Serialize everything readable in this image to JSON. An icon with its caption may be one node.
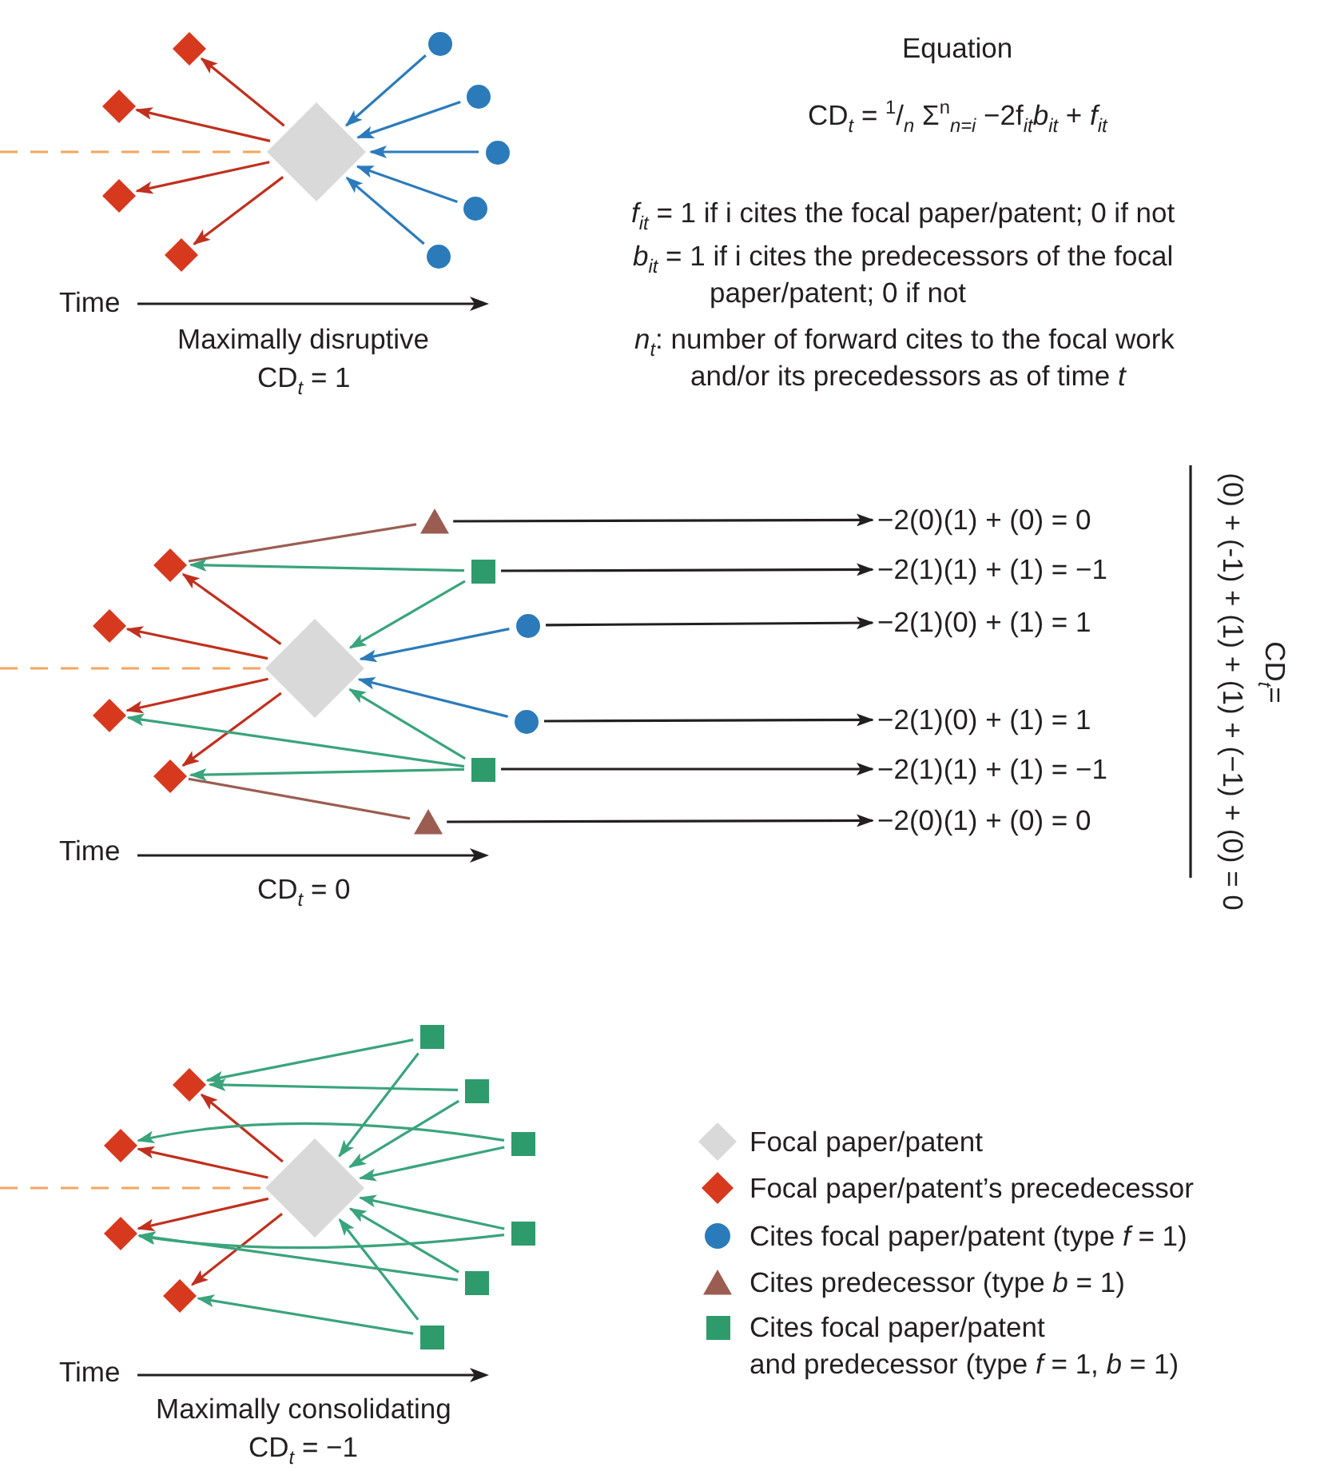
{
  "diagram": {
    "nodes": [
      {
        "text": [],
        "shape": "diamond"
      },
      {
        "text": [],
        "shape": "diamond"
      },
      {
        "text": [],
        "shape": "diamond"
      },
      {
        "text": [],
        "shape": "diamond"
      },
      {
        "text": [],
        "shape": "diamond"
      },
      {
        "text": [],
        "shape": "circle"
      },
      {
        "text": [],
        "shape": "circle"
      },
      {
        "text": [],
        "shape": "circle"
      },
      {
        "text": [],
        "shape": "circle"
      },
      {
        "text": [],
        "shape": "circle"
      },
      {
        "text": [],
        "shape": "diamond"
      },
      {
        "text": [],
        "shape": "diamond"
      },
      {
        "text": [],
        "shape": "diamond"
      },
      {
        "text": [],
        "shape": "diamond"
      },
      {
        "text": [],
        "shape": "diamond"
      },
      {
        "text": [],
        "shape": "triangle"
      },
      {
        "text": [],
        "shape": "box"
      },
      {
        "text": [],
        "shape": "circle"
      },
      {
        "text": [],
        "shape": "circle"
      },
      {
        "text": [],
        "shape": "box"
      },
      {
        "text": [],
        "shape": "triangle"
      },
      {
        "text": [
          "−2(0)(1) + (0) = 0"
        ]
      },
      {
        "text": [
          "−2(1)(1) + (1) = −1"
        ]
      },
      {
        "text": [
          "−2(1)(0) + (1) = 1"
        ]
      },
      {
        "text": [
          "−2(1)(0) + (1) = 1"
        ]
      },
      {
        "text": [
          "−2(1)(1) + (1) = −1"
        ]
      },
      {
        "text": [
          "−2(0)(1) + (0) = 0"
        ]
      },
      {
        "text": [],
        "shape": "diamond"
      },
      {
        "text": [],
        "shape": "diamond"
      },
      {
        "text": [],
        "shape": "diamond"
      },
      {
        "text": [],
        "shape": "diamond"
      },
      {
        "text": [],
        "shape": "diamond"
      },
      {
        "text": [],
        "shape": "box"
      },
      {
        "text": [],
        "shape": "box"
      },
      {
        "text": [],
        "shape": "box"
      },
      {
        "text": [],
        "shape": "box"
      },
      {
        "text": [],
        "shape": "box"
      },
      {
        "text": [],
        "shape": "box"
      }
    ],
    "edges": [
      {
        "from": null,
        "to": 0,
        "arrow": "none",
        "style": "dashed",
        "color": "#f2a65e"
      },
      {
        "from": 0,
        "to": 1,
        "arrow": "to",
        "color": "#c0301e"
      },
      {
        "from": 0,
        "to": 2,
        "arrow": "to",
        "color": "#c0301e"
      },
      {
        "from": 0,
        "to": 3,
        "arrow": "to",
        "color": "#c0301e"
      },
      {
        "from": 0,
        "to": 4,
        "arrow": "to",
        "color": "#c0301e"
      },
      {
        "from": 5,
        "to": 0,
        "arrow": "to",
        "color": "#2b7bba"
      },
      {
        "from": 6,
        "to": 0,
        "arrow": "to",
        "color": "#2b7bba"
      },
      {
        "from": 7,
        "to": 0,
        "arrow": "to",
        "color": "#2b7bba"
      },
      {
        "from": 8,
        "to": 0,
        "arrow": "to",
        "color": "#2b7bba"
      },
      {
        "from": 9,
        "to": 0,
        "arrow": "to",
        "color": "#2b7bba"
      },
      {
        "from": null,
        "to": 10,
        "arrow": "none",
        "style": "dashed",
        "color": "#f2a65e"
      },
      {
        "from": 10,
        "to": 11,
        "arrow": "to",
        "color": "#c0301e"
      },
      {
        "from": 10,
        "to": 12,
        "arrow": "to",
        "color": "#c0301e"
      },
      {
        "from": 10,
        "to": 13,
        "arrow": "to",
        "color": "#c0301e"
      },
      {
        "from": 10,
        "to": 14,
        "arrow": "to",
        "color": "#c0301e"
      },
      {
        "from": 15,
        "to": 11,
        "arrow": "none",
        "color": "#9b5d52"
      },
      {
        "from": 16,
        "to": 11,
        "arrow": "to",
        "color": "#3aa47c"
      },
      {
        "from": 16,
        "to": 10,
        "arrow": "to",
        "color": "#3aa47c"
      },
      {
        "from": 17,
        "to": 10,
        "arrow": "to",
        "color": "#2b7bba"
      },
      {
        "from": 18,
        "to": 10,
        "arrow": "to",
        "color": "#2b7bba"
      },
      {
        "from": 19,
        "to": 10,
        "arrow": "to",
        "color": "#3aa47c"
      },
      {
        "from": 19,
        "to": 13,
        "arrow": "to",
        "color": "#3aa47c"
      },
      {
        "from": 19,
        "to": 14,
        "arrow": "to",
        "color": "#3aa47c"
      },
      {
        "from": 20,
        "to": 14,
        "arrow": "none",
        "color": "#9b5d52"
      },
      {
        "from": 15,
        "to": 21,
        "arrow": "to",
        "color": "#231f20"
      },
      {
        "from": 16,
        "to": 22,
        "arrow": "to",
        "color": "#231f20"
      },
      {
        "from": 17,
        "to": 23,
        "arrow": "to",
        "color": "#231f20"
      },
      {
        "from": 18,
        "to": 24,
        "arrow": "to",
        "color": "#231f20"
      },
      {
        "from": 19,
        "to": 25,
        "arrow": "to",
        "color": "#231f20"
      },
      {
        "from": 20,
        "to": 26,
        "arrow": "to",
        "color": "#231f20"
      },
      {
        "from": null,
        "to": 27,
        "arrow": "none",
        "style": "dashed",
        "color": "#f2a65e"
      },
      {
        "from": 27,
        "to": 28,
        "arrow": "to",
        "color": "#c0301e"
      },
      {
        "from": 27,
        "to": 29,
        "arrow": "to",
        "color": "#c0301e"
      },
      {
        "from": 27,
        "to": 30,
        "arrow": "to",
        "color": "#c0301e"
      },
      {
        "from": 27,
        "to": 31,
        "arrow": "to",
        "color": "#c0301e"
      },
      {
        "from": 32,
        "to": 28,
        "arrow": "to",
        "color": "#3aa47c"
      },
      {
        "from": 32,
        "to": 27,
        "arrow": "to",
        "color": "#3aa47c"
      },
      {
        "from": 33,
        "to": 28,
        "arrow": "to",
        "color": "#3aa47c"
      },
      {
        "from": 33,
        "to": 27,
        "arrow": "to",
        "color": "#3aa47c"
      },
      {
        "from": 34,
        "to": 29,
        "arrow": "to",
        "color": "#3aa47c"
      },
      {
        "from": 34,
        "to": 27,
        "arrow": "to",
        "color": "#3aa47c"
      },
      {
        "from": 35,
        "to": 30,
        "arrow": "to",
        "color": "#3aa47c"
      },
      {
        "from": 35,
        "to": 27,
        "arrow": "to",
        "color": "#3aa47c"
      },
      {
        "from": 36,
        "to": 30,
        "arrow": "to",
        "color": "#3aa47c"
      },
      {
        "from": 36,
        "to": 27,
        "arrow": "to",
        "color": "#3aa47c"
      },
      {
        "from": 37,
        "to": 31,
        "arrow": "to",
        "color": "#3aa47c"
      },
      {
        "from": 37,
        "to": 27,
        "arrow": "to",
        "color": "#3aa47c"
      }
    ],
    "labels": [
      "Time",
      "Maximally disruptive",
      "CD$_{t}$ = 1",
      "Equation",
      "CD$_{t}$ = $^{1}$/$_{n}$ Σ$^{n}$$_{n=i}$ −2f$_{it}$*b*$_{it}$ + *f*$_{it}$",
      "*f*$_{it}$ = 1 if i cites the focal paper/patent; 0 if not",
      "*b*$_{it}$ = 1 if i cites the predecessors of the focal paper/patent; 0 if not",
      "*n*$_{t}$: number of forward cites to the focal work and/or its precedessors as of time *t*",
      "Time",
      "CD$_{t}$ = 0",
      "CD$_{t}$=",
      "(0) + (-1) + (1) + (1) + (−1) + (0) = 0",
      "Time",
      "Maximally consolidating",
      "CD$_{t}$ = −1"
    ],
    "legend": [
      {
        "text": "Focal paper/patent",
        "color": "#d9d9d9"
      },
      {
        "text": "Focal paper/patent’s precedecessor",
        "color": "#d7391e"
      },
      {
        "text": "Cites focal paper/patent (type *f* = 1)",
        "color": "#2b7bba"
      },
      {
        "text": "Cites predecessor (type *b* = 1)",
        "color": "#9b5d52"
      },
      {
        "text": "Cites focal paper/patent and predecessor (type *f* = 1, *b* = 1)",
        "color": "#2e9b6c"
      }
    ]
  }
}
